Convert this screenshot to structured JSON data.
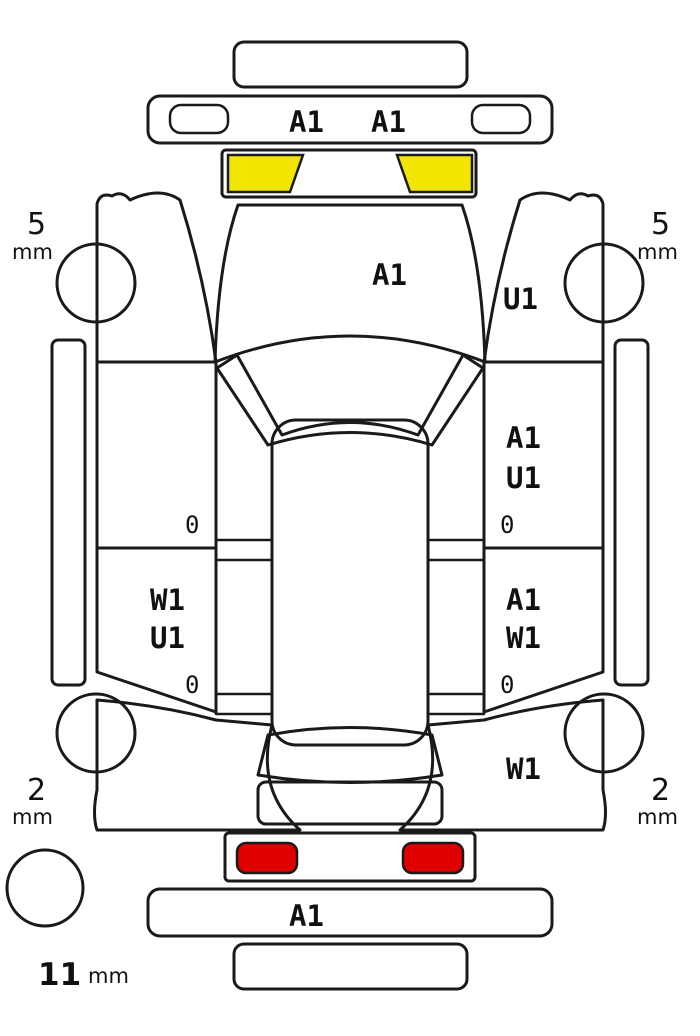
{
  "tires": {
    "front_left": {
      "value": "5",
      "unit": "mm"
    },
    "front_right": {
      "value": "5",
      "unit": "mm"
    },
    "rear_left": {
      "value": "2",
      "unit": "mm"
    },
    "rear_right": {
      "value": "2",
      "unit": "mm"
    },
    "spare": {
      "value": "11",
      "unit": "mm"
    }
  },
  "damage_codes": {
    "front_bumper_left": "A1",
    "front_bumper_right": "A1",
    "hood": "A1",
    "right_front_fender": "U1",
    "right_front_door": [
      "A1",
      "U1"
    ],
    "right_rear_door": [
      "A1",
      "W1"
    ],
    "left_rear_door": [
      "W1",
      "U1"
    ],
    "right_rear_quarter": "W1",
    "rear_bumper": "A1"
  },
  "door_handle_marks": [
    "0",
    "0",
    "0",
    "0"
  ],
  "colors": {
    "headlights": "#f2e600",
    "taillights": "#e00000",
    "line": "#1a1a1a"
  }
}
